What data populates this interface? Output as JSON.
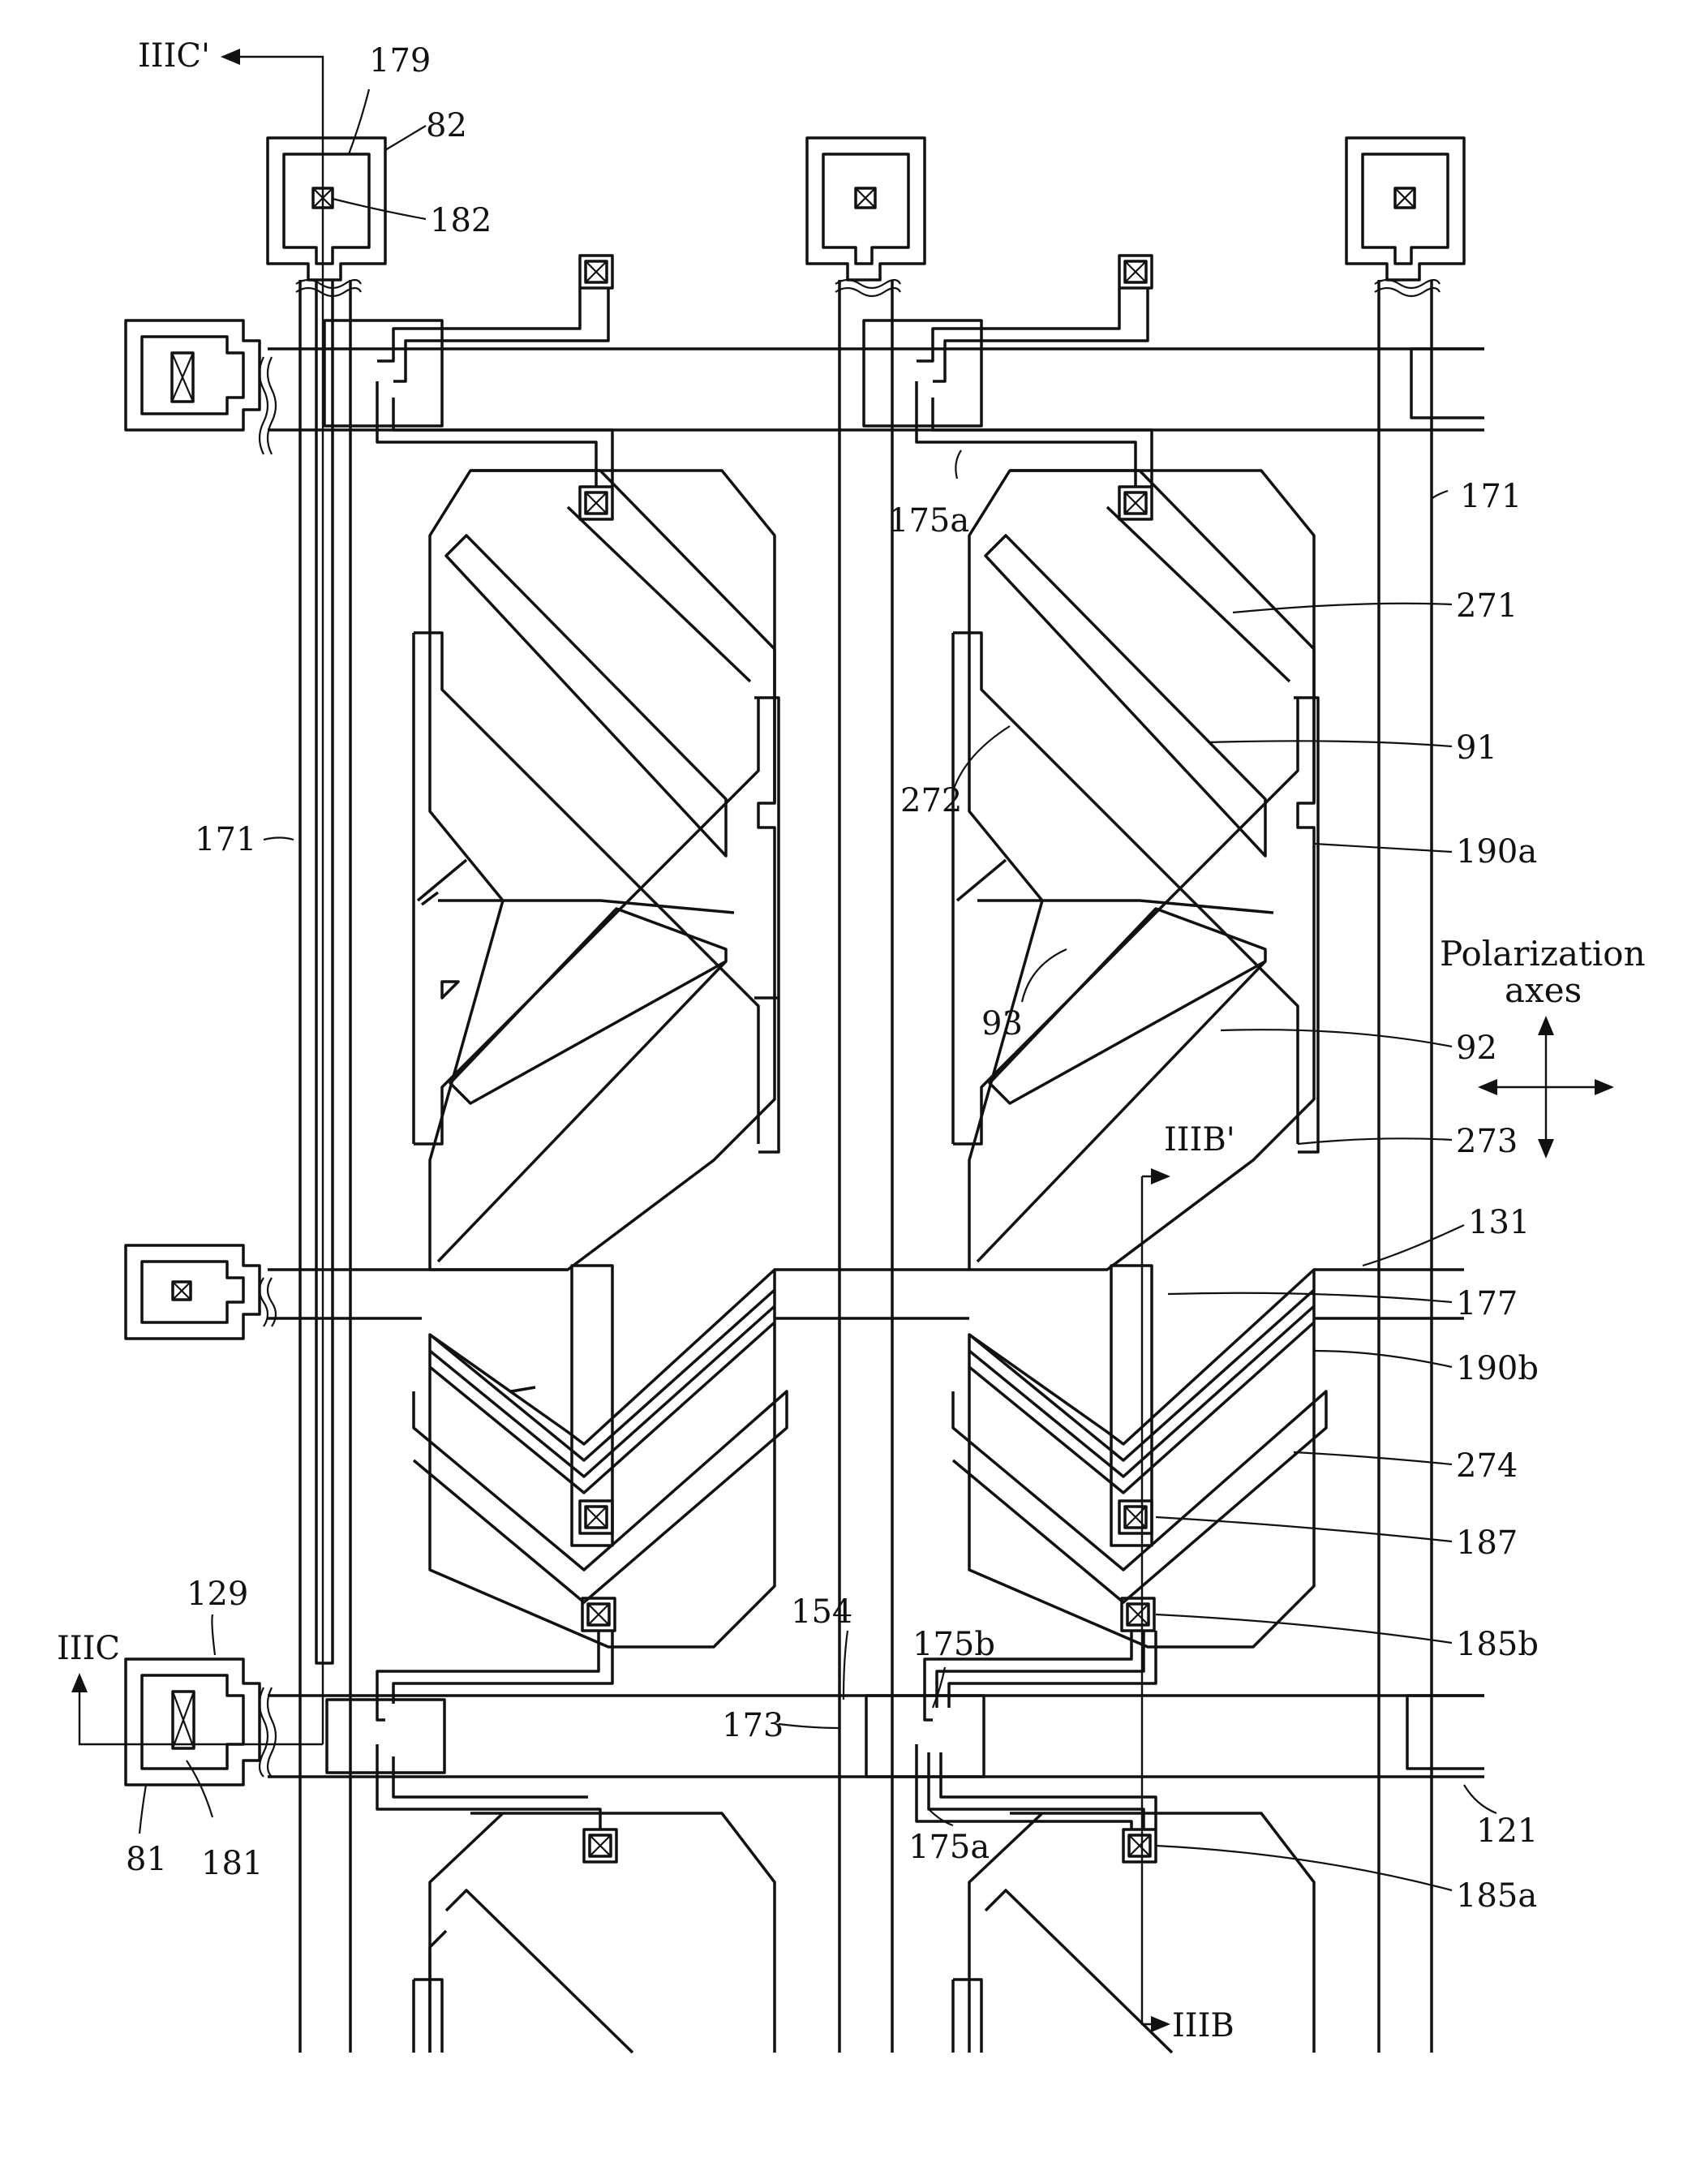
{
  "colors": {
    "line": "#111111",
    "background": "#ffffff"
  },
  "polarization": {
    "line1": "Polarization",
    "line2": "axes"
  },
  "section_labels": {
    "iiic_prime": "IIIC'",
    "iiic": "IIIC",
    "iiib_prime": "IIIB'",
    "iiib": "IIIB"
  },
  "labels": {
    "l179": "179",
    "l82": "82",
    "l182": "182",
    "l171_left": "171",
    "l171_right": "171",
    "l175a_top": "175a",
    "l271": "271",
    "l91": "91",
    "l272": "272",
    "l190a": "190a",
    "l93": "93",
    "l92": "92",
    "l273": "273",
    "l131": "131",
    "l177": "177",
    "l190b": "190b",
    "l274": "274",
    "l187": "187",
    "l129": "129",
    "l154": "154",
    "l175b": "175b",
    "l185b": "185b",
    "l173": "173",
    "l121": "121",
    "l175a_bottom": "175a",
    "l185a": "185a",
    "l81": "81",
    "l181": "181"
  }
}
